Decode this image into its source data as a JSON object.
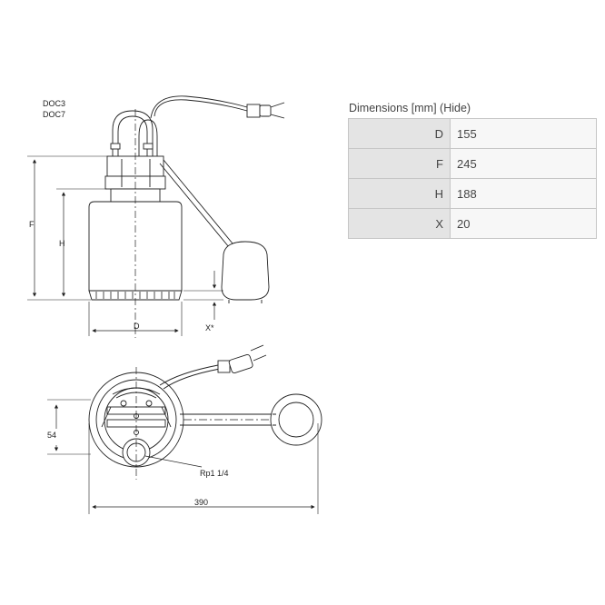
{
  "drawing": {
    "model_labels": [
      "DOC3",
      "DOC7"
    ],
    "side_view_labels": {
      "F": "F",
      "H": "H",
      "D": "D",
      "X": "X*"
    },
    "top_view_labels": {
      "dim_54": "54",
      "dim_390": "390",
      "thread": "Rp1 1/4"
    }
  },
  "dimensions": {
    "title": "Dimensions [mm]",
    "toggle": "(Hide)",
    "rows": [
      {
        "key": "D",
        "value": "155"
      },
      {
        "key": "F",
        "value": "245"
      },
      {
        "key": "H",
        "value": "188"
      },
      {
        "key": "X",
        "value": "20"
      }
    ]
  },
  "colors": {
    "line": "#222222",
    "table_border": "#c6c6c6",
    "key_cell": "#e4e4e4",
    "value_cell": "#f7f7f7"
  }
}
